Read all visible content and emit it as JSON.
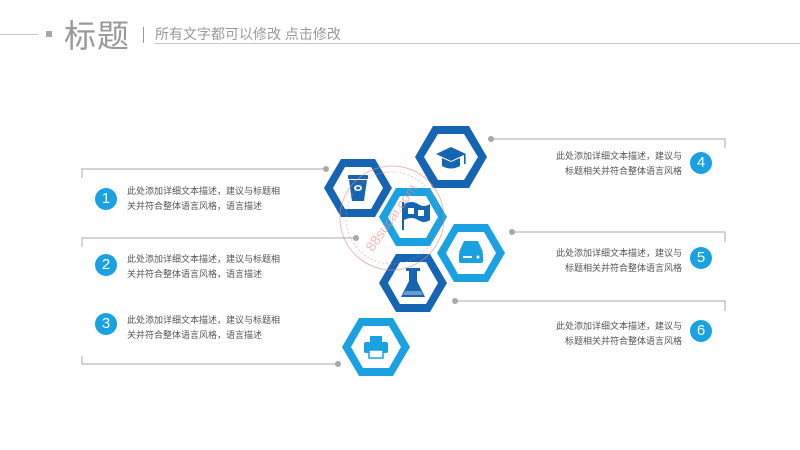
{
  "header": {
    "title": "标题",
    "subtitle": "所有文字都可以修改  点击修改"
  },
  "items": [
    {
      "number": "1",
      "text": "此处添加详细文本描述，建议与标题相关并符合整体语言风格，语言描述"
    },
    {
      "number": "2",
      "text": "此处添加详细文本描述，建议与标题相关并符合整体语言风格，语言描述"
    },
    {
      "number": "3",
      "text": "此处添加详细文本描述，建议与标题相关并符合整体语言风格，语言描述"
    },
    {
      "number": "4",
      "text": "此处添加详细文本描述，建议与标题相关并符合整体语言风格"
    },
    {
      "number": "5",
      "text": "此处添加详细文本描述，建议与标题相关并符合整体语言风格"
    },
    {
      "number": "6",
      "text": "此处添加详细文本描述，建议与标题相关并符合整体语言风格"
    }
  ],
  "hexagons": [
    {
      "icon": "bucket-icon",
      "color": "#1565b3"
    },
    {
      "icon": "graduation-cap-icon",
      "color": "#1565b3"
    },
    {
      "icon": "flag-icon",
      "color": "#1aa1e1"
    },
    {
      "icon": "hard-drive-icon",
      "color": "#1aa1e1"
    },
    {
      "icon": "flask-icon",
      "color": "#1565b3"
    },
    {
      "icon": "printer-icon",
      "color": "#1aa1e1"
    }
  ],
  "watermark": {
    "text": "88sucai.com",
    "color": "#e88a8a"
  },
  "colors": {
    "accent": "#1aa1e1",
    "dark": "#1565b3",
    "line": "#a8a8a8",
    "text": "#555555"
  }
}
